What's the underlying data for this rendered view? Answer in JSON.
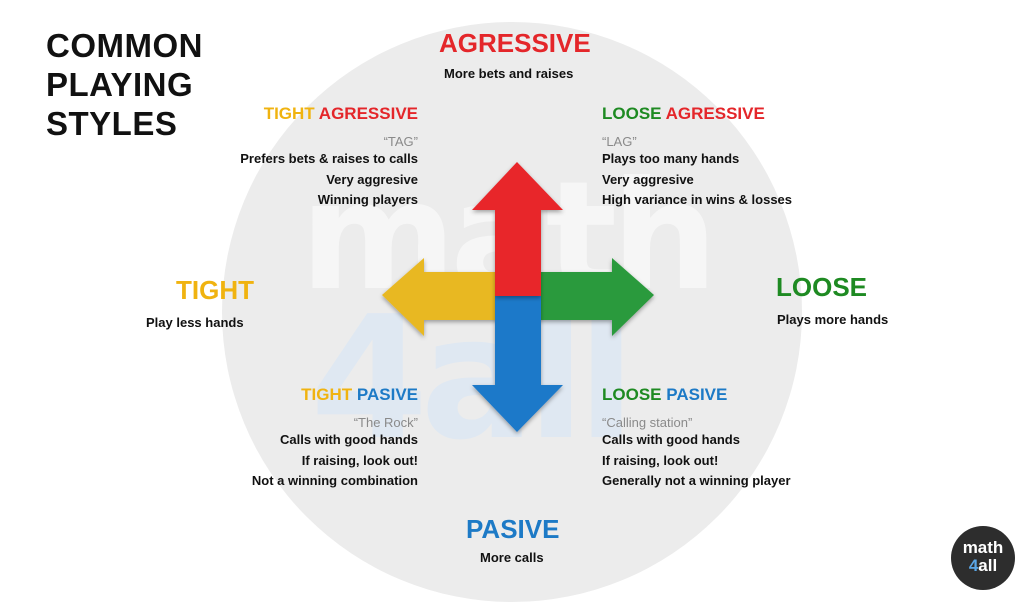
{
  "title": [
    "COMMON",
    "PLAYING",
    "STYLES"
  ],
  "axes": {
    "top": {
      "label": "AGRESSIVE",
      "desc": "More bets and raises"
    },
    "bottom": {
      "label": "PASIVE",
      "desc": "More calls"
    },
    "left": {
      "label": "TIGHT",
      "desc": "Play less hands"
    },
    "right": {
      "label": "LOOSE",
      "desc": "Plays more hands"
    }
  },
  "quadrants": {
    "top_left": {
      "word1": "TIGHT",
      "word2": "AGRESSIVE",
      "alias": "“TAG”",
      "lines": [
        "Prefers bets & raises to calls",
        "Very aggresive",
        "Winning players"
      ]
    },
    "top_right": {
      "word1": "LOOSE",
      "word2": "AGRESSIVE",
      "alias": "“LAG”",
      "lines": [
        "Plays too many hands",
        "Very aggresive",
        "High variance in wins & losses"
      ]
    },
    "bottom_left": {
      "word1": "TIGHT",
      "word2": "PASIVE",
      "alias": "“The Rock”",
      "lines": [
        "Calls with good hands",
        "If raising, look out!",
        "Not a winning combination"
      ]
    },
    "bottom_right": {
      "word1": "LOOSE",
      "word2": "PASIVE",
      "alias": "“Calling station”",
      "lines": [
        "Calls with good hands",
        "If raising, look out!",
        "Generally not a winning player"
      ]
    }
  },
  "arrow_colors": {
    "up": "#e8262b",
    "right": "#2a9a3c",
    "down": "#1f79c9",
    "left": "#e8b820"
  },
  "watermark": [
    "math",
    "4all"
  ],
  "logo": {
    "line1": "math",
    "line2_accent": "4",
    "line2": "all"
  }
}
